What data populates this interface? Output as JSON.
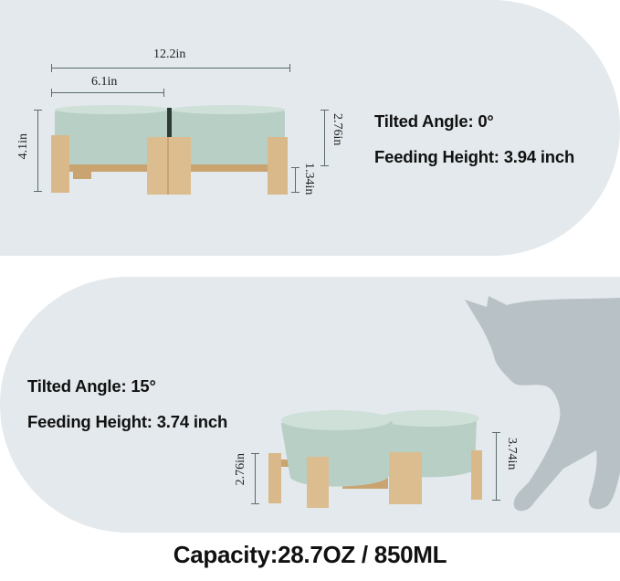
{
  "top_panel": {
    "spec_angle": "Tilted Angle: 0°",
    "spec_height": "Feeding Height: 3.94 inch",
    "dimensions": {
      "total_width": "12.2in",
      "bowl_width": "6.1in",
      "total_height": "4.1in",
      "bowl_height": "2.76in",
      "stand_leg_height": "1.34in"
    }
  },
  "bottom_panel": {
    "spec_angle": "Tilted Angle: 15°",
    "spec_height": "Feeding Height: 3.74 inch",
    "dimensions": {
      "bowl_height": "2.76in",
      "total_height": "3.74in"
    },
    "illustration": "cat-silhouette"
  },
  "footer": {
    "capacity": "Capacity:28.7OZ / 850ML"
  },
  "colors": {
    "panel_bg": "#e3e9ec",
    "bowl": "#b8cfc6",
    "bowl_inner": "#cfe0d9",
    "bamboo": "#d9b98a",
    "cat": "#b8c2c6",
    "dimension_line": "#5c6b6b"
  }
}
